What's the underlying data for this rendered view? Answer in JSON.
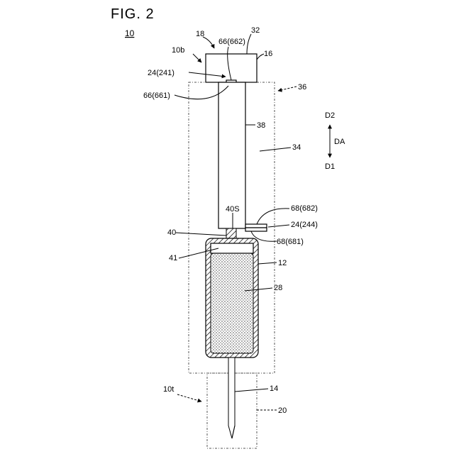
{
  "figure": {
    "title": "FIG. 2",
    "ref_main": "10",
    "labels": {
      "l18": "18",
      "l32": "32",
      "l66_662": "66(662)",
      "l10b": "10b",
      "l16": "16",
      "l24_241": "24(241)",
      "l36": "36",
      "l66_661": "66(661)",
      "l38": "38",
      "l34": "34",
      "l40s": "40S",
      "l68_682": "68(682)",
      "l24_244": "24(244)",
      "l40": "40",
      "l68_681": "68(681)",
      "l41": "41",
      "l12": "12",
      "l28": "28",
      "l10t": "10t",
      "l14": "14",
      "l20": "20"
    },
    "direction": {
      "d2": "D2",
      "da": "DA",
      "d1": "D1"
    }
  }
}
